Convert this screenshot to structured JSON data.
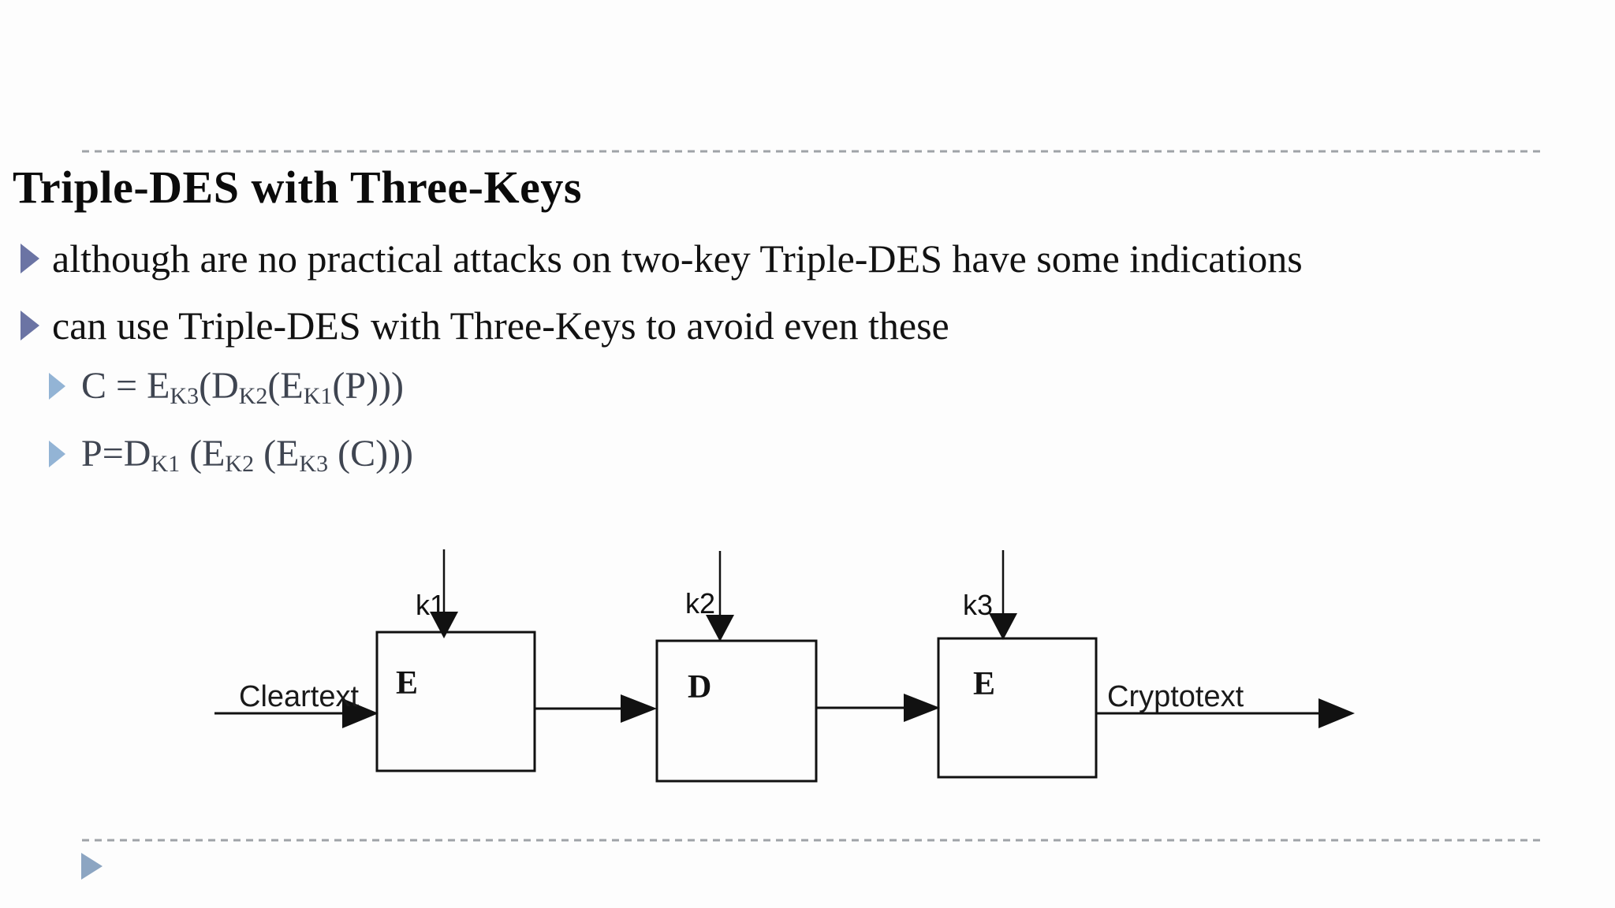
{
  "slide": {
    "title": "Triple-DES with Three-Keys",
    "bullets": [
      "although are no practical attacks on two-key Triple-DES have some indications",
      "can use Triple-DES with Three-Keys to avoid even these"
    ],
    "formulas": {
      "encrypt": {
        "p0": "C = E",
        "s0": "K3",
        "p1": "(D",
        "s1": "K2",
        "p2": "(E",
        "s2": "K1",
        "p3": "(P)))"
      },
      "decrypt": {
        "p0": "P=D",
        "s0": "K1",
        "p1": " (E",
        "s1": "K2",
        "p2": " (E",
        "s2": "K3",
        "p3": " (C)))"
      }
    }
  },
  "diagram": {
    "input_label": "Cleartext",
    "output_label": "Cryptotext",
    "boxes": [
      {
        "label": "E",
        "key": "k1"
      },
      {
        "label": "D",
        "key": "k2"
      },
      {
        "label": "E",
        "key": "k3"
      }
    ]
  },
  "colors": {
    "bullet_marker": "#6b74a4",
    "sub_bullet_marker": "#93b4d5",
    "formula_text": "#3f4551",
    "title_text": "#0b0b0b",
    "body_text": "#121212",
    "dashed_divider": "#9fa3a8",
    "nav_triangle": "#8ca5c2",
    "diagram_stroke": "#111111"
  }
}
